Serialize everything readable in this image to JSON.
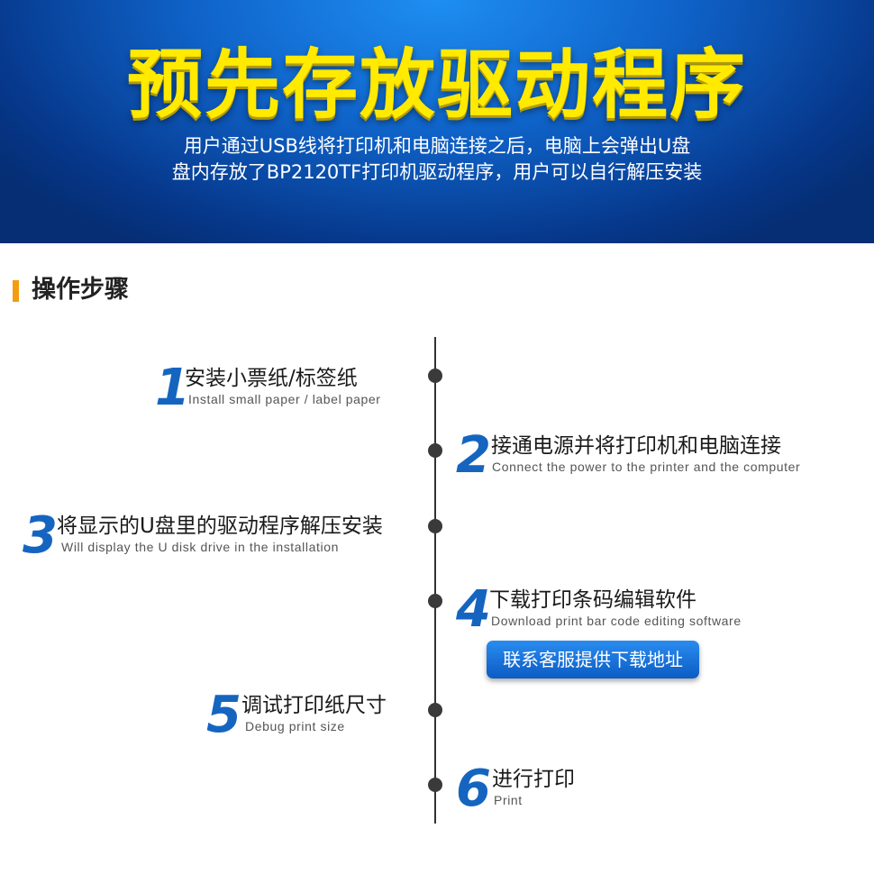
{
  "banner": {
    "title": "预先存放驱动程序",
    "subtitle_line1": "用户通过USB线将打印机和电脑连接之后，电脑上会弹出U盘",
    "subtitle_line2": "盘内存放了BP2120TF打印机驱动程序，用户可以自行解压安装"
  },
  "section": {
    "title": "操作步骤"
  },
  "steps": [
    {
      "number": "1",
      "title": "安装小票纸/标签纸",
      "subtitle": "Install small paper / label paper"
    },
    {
      "number": "2",
      "title": "接通电源并将打印机和电脑连接",
      "subtitle": "Connect the power to the printer and the computer"
    },
    {
      "number": "3",
      "title": "将显示的U盘里的驱动程序解压安装",
      "subtitle": "Will display the U disk drive in the installation"
    },
    {
      "number": "4",
      "title": "下载打印条码编辑软件",
      "subtitle": "Download print bar code editing software"
    },
    {
      "number": "5",
      "title": "调试打印纸尺寸",
      "subtitle": "Debug print size"
    },
    {
      "number": "6",
      "title": "进行打印",
      "subtitle": "Print"
    }
  ],
  "contact_button": {
    "label": "联系客服提供下载地址"
  },
  "colors": {
    "banner_blue": "#0f63c9",
    "title_yellow": "#ffea00",
    "step_number_blue": "#1565c0",
    "section_accent": "#f39c12"
  }
}
